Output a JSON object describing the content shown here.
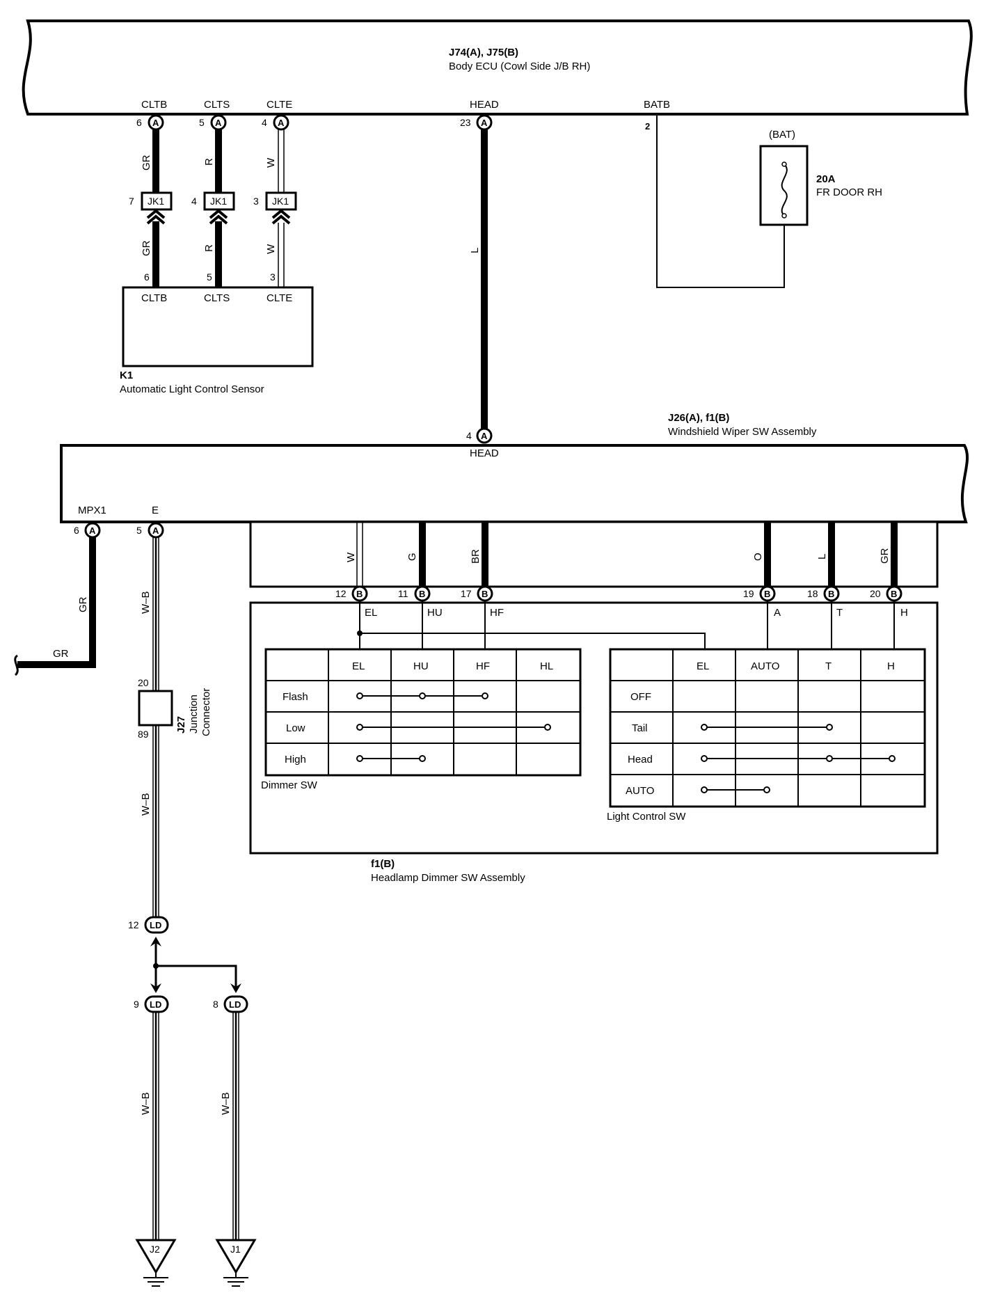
{
  "body_ecu": {
    "code": "J74(A), J75(B)",
    "name": "Body ECU (Cowl Side J/B RH)",
    "terminals": {
      "cltb": "CLTB",
      "clts": "CLTS",
      "clte": "CLTE",
      "head": "HEAD",
      "batb": "BATB"
    },
    "pins": {
      "cltb": "6",
      "clts": "5",
      "clte": "4",
      "head": "23",
      "batb": "2"
    },
    "connector": "A"
  },
  "fuse": {
    "source": "(BAT)",
    "rating": "20A",
    "name": "FR DOOR RH"
  },
  "jk1": {
    "label": "JK1",
    "pins_top": {
      "gr": "7",
      "r": "4",
      "w": "3"
    },
    "pins_bottom": {
      "gr": "6",
      "r": "5",
      "w": "3"
    }
  },
  "wire_colors": {
    "gr": "GR",
    "r": "R",
    "w": "W",
    "l": "L",
    "g": "G",
    "br": "BR",
    "o": "O",
    "wb": "W–B"
  },
  "sensor": {
    "code": "K1",
    "name": "Automatic Light Control Sensor",
    "terminals": {
      "cltb": "CLTB",
      "clts": "CLTS",
      "clte": "CLTE"
    }
  },
  "wiper_sw": {
    "code": "J26(A), f1(B)",
    "name": "Windshield Wiper SW Assembly",
    "head_label": "HEAD",
    "head_pin": "4",
    "mpx1": "MPX1",
    "e": "E",
    "mpx1_pin": "6",
    "e_pin": "5",
    "conn_a": "A",
    "conn_b": "B"
  },
  "b_pins": {
    "w": "12",
    "g": "11",
    "br": "17",
    "o": "19",
    "l": "18",
    "gr": "20"
  },
  "dimmer_lines": {
    "el": "EL",
    "hu": "HU",
    "hf": "HF",
    "a": "A",
    "t": "T",
    "h": "H"
  },
  "dimmer_table": {
    "headers": [
      "EL",
      "HU",
      "HF",
      "HL"
    ],
    "rows": [
      "Flash",
      "Low",
      "High"
    ],
    "label": "Dimmer SW"
  },
  "light_table": {
    "headers": [
      "EL",
      "AUTO",
      "T",
      "H"
    ],
    "rows": [
      "OFF",
      "Tail",
      "Head",
      "AUTO"
    ],
    "label": "Light Control SW"
  },
  "dimmer_assy": {
    "code": "f1(B)",
    "name": "Headlamp Dimmer SW Assembly"
  },
  "junction": {
    "code": "J27",
    "line1": "Junction",
    "line2": "Connector",
    "pin_top": "20",
    "pin_bottom": "89"
  },
  "ld": {
    "label": "LD",
    "pin12": "12",
    "pin9": "9",
    "pin8": "8"
  },
  "grounds": {
    "j2": "J2",
    "j1": "J1"
  }
}
